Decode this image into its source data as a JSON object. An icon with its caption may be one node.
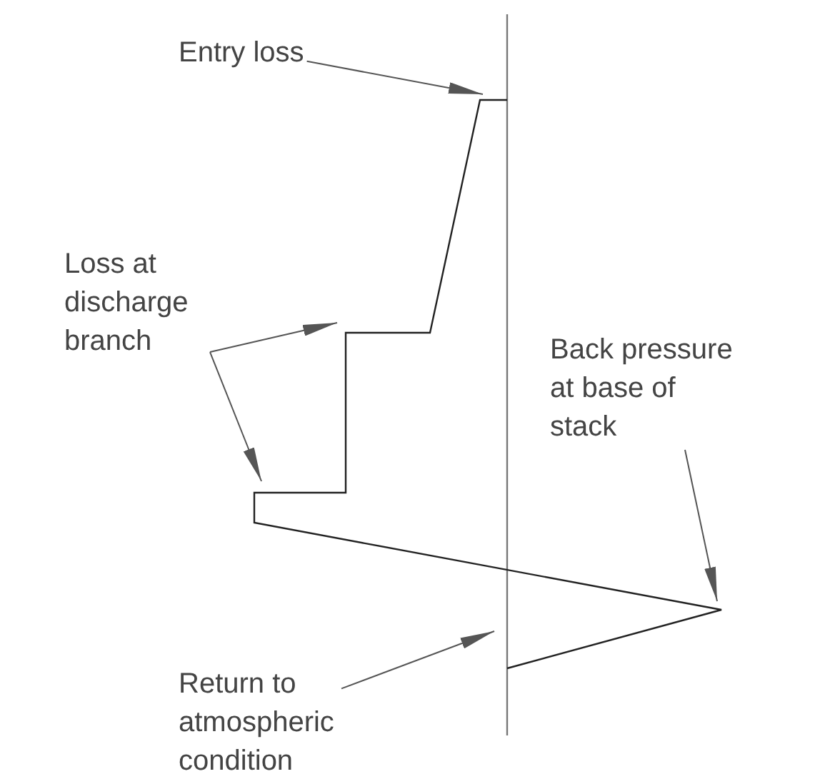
{
  "diagram": {
    "nodes": [
      {
        "text": [
          "Entry loss"
        ]
      },
      {
        "text": [
          "Loss at discharge branch"
        ]
      },
      {
        "text": [
          "Back pressure at base of stack"
        ]
      },
      {
        "text": [
          "Return to atmospheric condition"
        ]
      }
    ],
    "edges": [
      {
        "from": 0,
        "to": null,
        "arrow": "to"
      },
      {
        "from": 1,
        "to": null,
        "arrow": "to"
      },
      {
        "from": 1,
        "to": null,
        "arrow": "to"
      },
      {
        "from": 2,
        "to": null,
        "arrow": "to"
      },
      {
        "from": 3,
        "to": null,
        "arrow": "to"
      }
    ]
  }
}
